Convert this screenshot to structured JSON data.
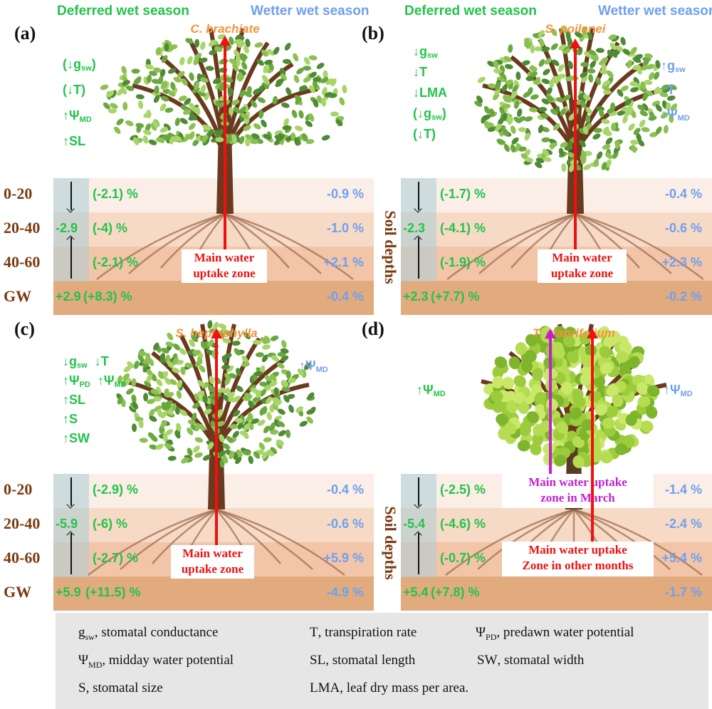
{
  "headers": {
    "deferred": "Deferred wet season",
    "wetter": "Wetter wet season"
  },
  "depth_labels": [
    "0-20",
    "20-40",
    "40-60",
    "GW"
  ],
  "soil_depths_label": "Soil depths",
  "colors": {
    "deferred": "#22c34a",
    "wetter": "#6f9ff0",
    "species": "#f3943c",
    "uptake_main": "#f01010",
    "uptake_march": "#c020d0",
    "depth": "#7a3b12"
  },
  "panels": [
    {
      "label": "(a)",
      "species": "C. brachiate",
      "left_traits": [
        [
          {
            "pre": "(↓g",
            "sub": "sw",
            "post": ")"
          }
        ],
        [
          {
            "pre": "(↓T)",
            "sub": "",
            "post": ""
          }
        ],
        [
          {
            "pre": "↑Ψ",
            "sub": "MD",
            "post": ""
          }
        ],
        [
          {
            "pre": "↑SL",
            "sub": "",
            "post": ""
          }
        ]
      ],
      "right_traits": [],
      "soil": {
        "column_value": "-2.9",
        "gw_value": "+2.9",
        "deferred": [
          "(-2.1) %",
          "(-4) %",
          "(-2.1) %",
          "(+8.3) %"
        ],
        "wetter": [
          "-0.9 %",
          "-1.0 %",
          "+2.1 %",
          "-0.4 %"
        ]
      },
      "uptake": [
        {
          "text_lines": [
            "Main water",
            "uptake zone"
          ],
          "kind": "main"
        }
      ]
    },
    {
      "label": "(b)",
      "species": "S. poilanei",
      "left_traits": [
        [
          {
            "pre": "↓g",
            "sub": "sw",
            "post": ""
          }
        ],
        [
          {
            "pre": "↓T",
            "sub": "",
            "post": ""
          }
        ],
        [
          {
            "pre": "↓LMA",
            "sub": "",
            "post": ""
          }
        ],
        [
          {
            "pre": "(↓g",
            "sub": "sw",
            "post": ")"
          }
        ],
        [
          {
            "pre": "(↓T)",
            "sub": "",
            "post": ""
          }
        ]
      ],
      "right_traits": [
        [
          {
            "pre": "↑g",
            "sub": "sw",
            "post": ""
          }
        ],
        [
          {
            "pre": "↑T",
            "sub": "",
            "post": ""
          }
        ],
        [
          {
            "pre": "↑Ψ",
            "sub": "MD",
            "post": ""
          }
        ]
      ],
      "soil": {
        "column_value": "-2.3",
        "gw_value": "+2.3",
        "deferred": [
          "(-1.7) %",
          "(-4.1) %",
          "(-1.9) %",
          "(+7.7) %"
        ],
        "wetter": [
          "-0.4 %",
          "-0.6 %",
          "+2.3 %",
          "-0.2 %"
        ]
      },
      "uptake": [
        {
          "text_lines": [
            "Main water",
            "uptake zone"
          ],
          "kind": "main"
        }
      ]
    },
    {
      "label": "(c)",
      "species": "S. heptaphylla",
      "left_traits": [
        [
          {
            "pre": "↓g",
            "sub": "sw",
            "post": ""
          },
          {
            "pre": "↓T",
            "sub": "",
            "post": ""
          }
        ],
        [
          {
            "pre": "↑Ψ",
            "sub": "PD",
            "post": ""
          },
          {
            "pre": "↑Ψ",
            "sub": "MD",
            "post": ""
          }
        ],
        [
          {
            "pre": "↑SL",
            "sub": "",
            "post": ""
          }
        ],
        [
          {
            "pre": "↑S",
            "sub": "",
            "post": ""
          }
        ],
        [
          {
            "pre": "↑SW",
            "sub": "",
            "post": ""
          }
        ]
      ],
      "right_traits": [
        [
          {
            "pre": "↑Ψ",
            "sub": "MD",
            "post": ""
          }
        ]
      ],
      "soil": {
        "column_value": "-5.9",
        "gw_value": "+5.9",
        "deferred": [
          "(-2.9) %",
          "(-6) %",
          "(-2.7) %",
          "(+11.5) %"
        ],
        "wetter": [
          "-0.4 %",
          "-0.6 %",
          "+5.9 %",
          "-4.9 %"
        ]
      },
      "uptake": [
        {
          "text_lines": [
            "Main water",
            "uptake zone"
          ],
          "kind": "main"
        }
      ]
    },
    {
      "label": "(d)",
      "species": "T. glabrifolium",
      "left_traits": [
        [
          {
            "pre": "↑Ψ",
            "sub": "MD",
            "post": ""
          }
        ]
      ],
      "right_traits": [
        [
          {
            "pre": "↑Ψ",
            "sub": "MD",
            "post": ""
          }
        ]
      ],
      "soil": {
        "column_value": "-5.4",
        "gw_value": "+5.4",
        "deferred": [
          "(-2.5) %",
          "(-4.6) %",
          "(-0.7) %",
          "(+7.8) %"
        ],
        "wetter": [
          "-1.4 %",
          "-2.4 %",
          "+5.4 %",
          "-1.7 %"
        ]
      },
      "uptake": [
        {
          "text_lines": [
            "Main water uptake",
            "zone in March"
          ],
          "kind": "march"
        },
        {
          "text_lines": [
            "Main water uptake",
            "Zone in other months"
          ],
          "kind": "main"
        }
      ]
    }
  ],
  "legend": [
    {
      "sym": "g",
      "sub": "sw",
      "text": ", stomatal conductance"
    },
    {
      "sym": "T",
      "sub": "",
      "text": ", transpiration rate"
    },
    {
      "sym": "Ψ",
      "sub": "PD",
      "text": ", predawn water potential"
    },
    {
      "sym": "Ψ",
      "sub": "MD",
      "text": ", midday water potential"
    },
    {
      "sym": "SL",
      "sub": "",
      "text": ", stomatal length"
    },
    {
      "sym": "SW",
      "sub": "",
      "text": ", stomatal width"
    },
    {
      "sym": "S",
      "sub": "",
      "text": ", stomatal size"
    },
    {
      "sym": "LMA",
      "sub": "",
      "text": ", leaf dry mass per area."
    }
  ]
}
